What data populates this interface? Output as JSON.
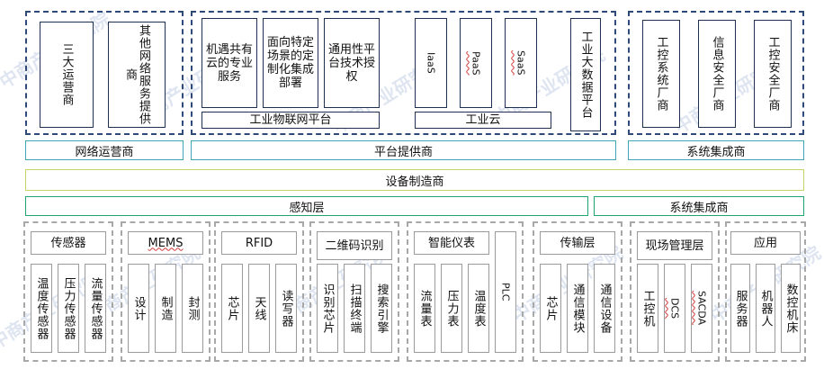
{
  "colors": {
    "navy": "#2f4a78",
    "teal": "#41a3b8",
    "olive": "#c3d46a",
    "green": "#1fa46f",
    "gray": "#a8a8a8"
  },
  "network_operator": {
    "items": [
      "三大运营商",
      "其他网络服务提供商"
    ],
    "bar": "网络运营商"
  },
  "platform_provider": {
    "boxes": [
      "机遇共有云的专业服务",
      "面向特定场景的定制化集成部署",
      "通用性平台技术授权"
    ],
    "iot_bar": "工业物联网平台",
    "cloud": [
      "IaaS",
      "PaaS",
      "SaaS"
    ],
    "cloud_bar": "工业云",
    "bigdata": "工业大数据平台",
    "bar": "平台提供商"
  },
  "system_integrator_top": {
    "items": [
      "工控系统厂商",
      "信息安全厂商",
      "工控安全厂商"
    ],
    "bar": "系统集成商"
  },
  "equipment_bar": "设备制造商",
  "perception_bar": "感知层",
  "system_integrator_bar": "系统集成商",
  "bottom": {
    "sensor": {
      "title": "传感器",
      "items": [
        "温度传感器",
        "压力传感器",
        "流量传感器"
      ]
    },
    "mems": {
      "title": "MEMS",
      "items": [
        "设计",
        "制造",
        "封测"
      ]
    },
    "rfid": {
      "title": "RFID",
      "items": [
        "芯片",
        "天线",
        "读写器"
      ]
    },
    "qr": {
      "title": "二维码识别",
      "items": [
        "识别芯片",
        "扫描终端",
        "搜索引擎"
      ]
    },
    "meter": {
      "title": "智能仪表",
      "items": [
        "流量表",
        "压力表",
        "温度表"
      ],
      "plc": "PLC"
    },
    "transport": {
      "title": "传输层",
      "items": [
        "芯片",
        "通信模块",
        "通信设备"
      ]
    },
    "field": {
      "title": "现场管理层",
      "items": [
        "工控机",
        "DCS",
        "SACDA"
      ]
    },
    "app": {
      "title": "应用",
      "items": [
        "服务器",
        "机器人",
        "数控机床"
      ]
    }
  },
  "watermark": "中商产业研究院"
}
